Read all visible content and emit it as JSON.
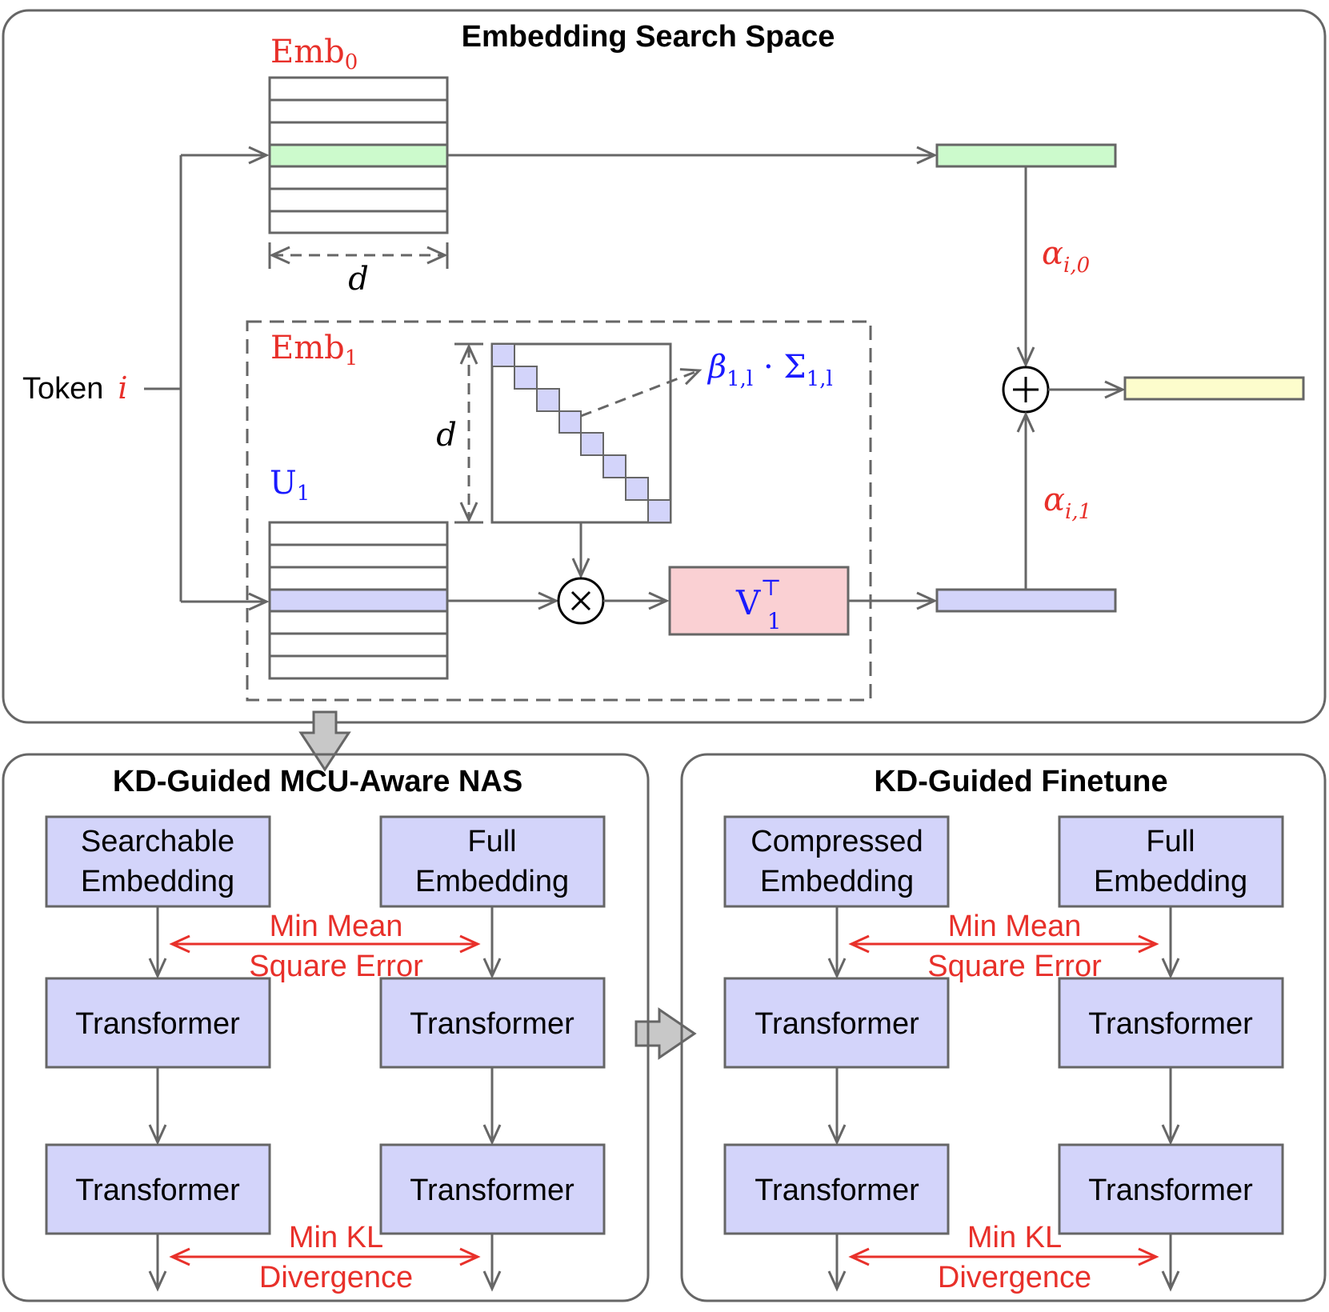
{
  "colors": {
    "stroke": "#666666",
    "red": "#e8302a",
    "blue": "#1a1aff",
    "green_fill": "#ccfacc",
    "blue_fill": "#d3d4fa",
    "yellow_fill": "#fdfdcc",
    "pink_fill": "#fad0d3"
  },
  "search_space": {
    "title": "Embedding Search Space",
    "token_text": "Token",
    "token_var": "i",
    "emb0_base": "Emb",
    "emb0_sub": "0",
    "emb1_base": "Emb",
    "emb1_sub": "1",
    "u1_base": "U",
    "u1_sub": "1",
    "d_top": "d",
    "d_side": "d",
    "v_base": "V",
    "v_sup": "⊤",
    "v_sub": "1",
    "beta_sigma": "β",
    "beta_sub": "1,l",
    "beta_dot": " · Σ",
    "sigma_sub": "1,l",
    "alpha0": "α",
    "alpha0_sub": "i,0",
    "alpha1": "α",
    "alpha1_sub": "i,1",
    "plus_icon": "circled-plus-icon",
    "times_icon": "circled-times-icon"
  },
  "nas": {
    "title": "KD-Guided MCU-Aware NAS",
    "left_embed": [
      "Searchable",
      "Embedding"
    ],
    "right_embed": [
      "Full",
      "Embedding"
    ],
    "transformer": "Transformer",
    "mse": [
      "Min Mean",
      "Square Error"
    ],
    "kl": [
      "Min KL",
      "Divergence"
    ]
  },
  "finetune": {
    "title": "KD-Guided Finetune",
    "left_embed": [
      "Compressed",
      "Embedding"
    ],
    "right_embed": [
      "Full",
      "Embedding"
    ],
    "transformer": "Transformer",
    "mse": [
      "Min Mean",
      "Square Error"
    ],
    "kl": [
      "Min KL",
      "Divergence"
    ]
  }
}
